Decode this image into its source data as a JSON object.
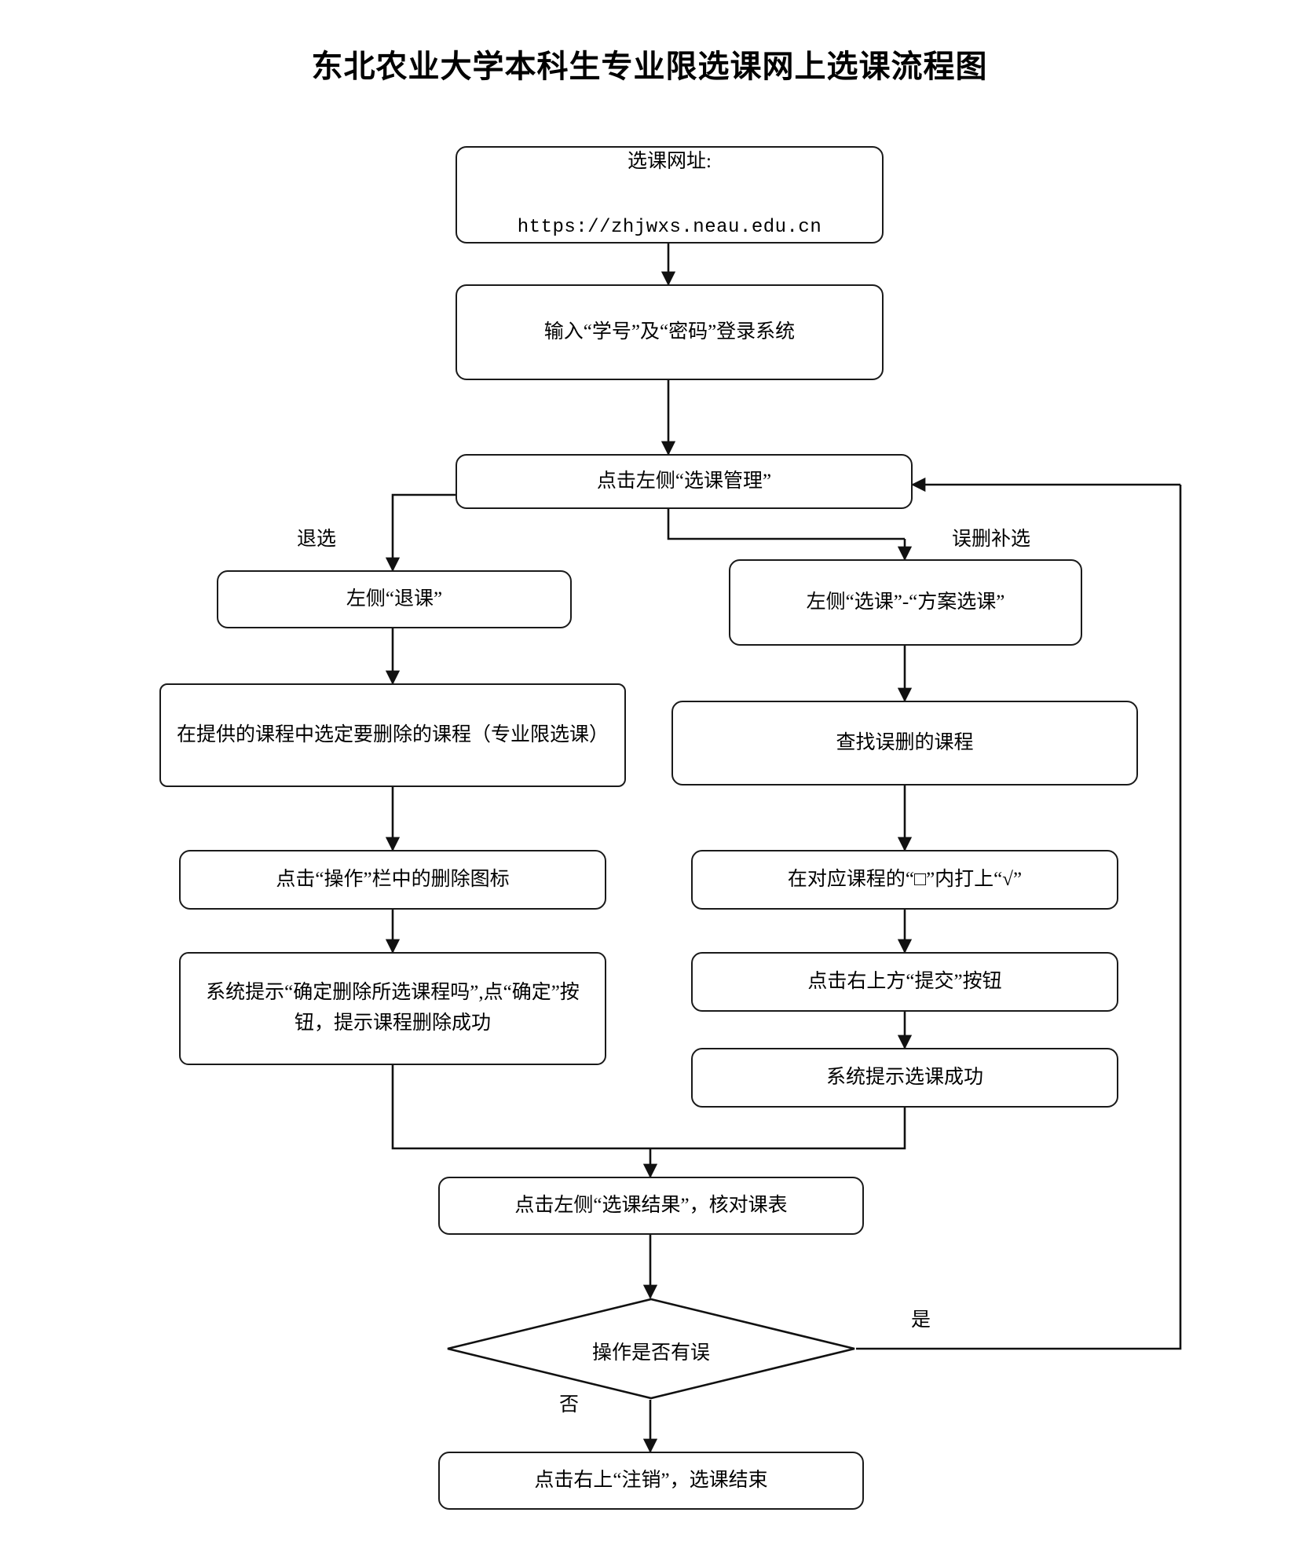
{
  "document": {
    "title": "东北农业大学本科生专业限选课网上选课流程图"
  },
  "flowchart": {
    "type": "flowchart",
    "orientation": "top-to-bottom",
    "nodes": {
      "start": {
        "shape": "rounded-rect",
        "line1": "选课网址:",
        "line2": "https://zhjwxs.neau.edu.cn"
      },
      "login": {
        "shape": "rounded-rect",
        "label": "输入“学号”及“密码”登录系统"
      },
      "course_mgmt": {
        "shape": "rounded-rect",
        "label": "点击左侧“选课管理”"
      },
      "drop_entry": {
        "shape": "rounded-rect",
        "label": "左侧“退课”"
      },
      "add_entry": {
        "shape": "rounded-rect",
        "label": "左侧“选课”-“方案选课”"
      },
      "drop_select": {
        "shape": "rounded-rect",
        "label": "在提供的课程中选定要删除的课程（专业限选课）"
      },
      "add_find": {
        "shape": "rounded-rect",
        "label": "查找误删的课程"
      },
      "drop_click_icon": {
        "shape": "rounded-rect",
        "label": "点击“操作”栏中的删除图标"
      },
      "add_check_box": {
        "shape": "rounded-rect",
        "label": "在对应课程的“□”内打上“√”"
      },
      "drop_confirm": {
        "shape": "rounded-rect",
        "label": "系统提示“确定删除所选课程吗”,点“确定”按钮，提示课程删除成功"
      },
      "add_submit": {
        "shape": "rounded-rect",
        "label": "点击右上方“提交”按钮"
      },
      "add_success": {
        "shape": "rounded-rect",
        "label": "系统提示选课成功"
      },
      "verify": {
        "shape": "rounded-rect",
        "label": "点击左侧“选课结果”，核对课表"
      },
      "decision": {
        "shape": "diamond",
        "label": "操作是否有误"
      },
      "end": {
        "shape": "rounded-rect",
        "label": "点击右上“注销”，选课结束"
      }
    },
    "edge_labels": {
      "drop_branch": "退选",
      "add_branch": "误删补选",
      "decision_yes": "是",
      "decision_no": "否"
    },
    "colors": {
      "stroke": "#1a1a1a",
      "fill": "#ffffff",
      "text": "#000000"
    }
  }
}
